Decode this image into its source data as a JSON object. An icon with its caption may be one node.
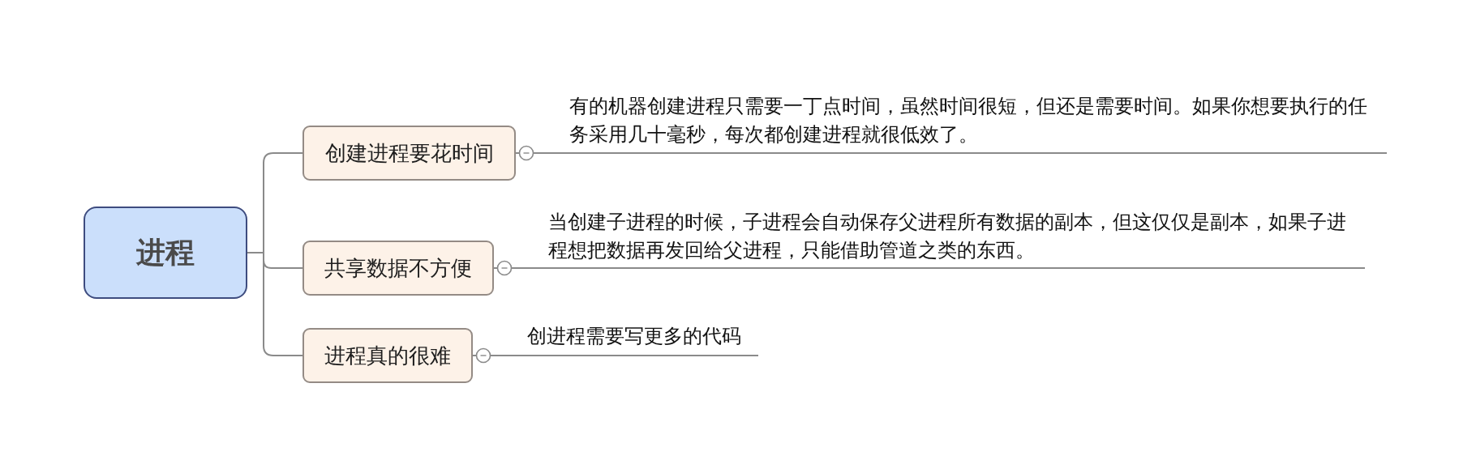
{
  "diagram": {
    "nodes": [
      {
        "text": [
          "进程"
        ]
      },
      {
        "text": [
          "创建进程要花时间"
        ]
      },
      {
        "text": [
          "有的机器创建进程只需要一丁点时间，虽然时间很短，但还是需要时间。如果你想要执行的任务采用几十毫秒，每次都创建进程就很低效了。"
        ]
      },
      {
        "text": [
          "共享数据不方便"
        ]
      },
      {
        "text": [
          "当创建子进程的时候，子进程会自动保存父进程所有数据的副本，但这仅仅是副本，如果子进程想把数据再发回给父进程，只能借助管道之类的东西。"
        ]
      },
      {
        "text": [
          "进程真的很难"
        ]
      },
      {
        "text": [
          "创进程需要写更多的代码"
        ]
      }
    ],
    "edges": [
      {
        "from": 0,
        "to": 1,
        "arrow": "none"
      },
      {
        "from": 0,
        "to": 3,
        "arrow": "none"
      },
      {
        "from": 0,
        "to": 5,
        "arrow": "none"
      },
      {
        "from": 1,
        "to": 2,
        "arrow": "other"
      },
      {
        "from": 3,
        "to": 4,
        "arrow": "other"
      },
      {
        "from": 5,
        "to": 6,
        "arrow": "other"
      }
    ]
  }
}
